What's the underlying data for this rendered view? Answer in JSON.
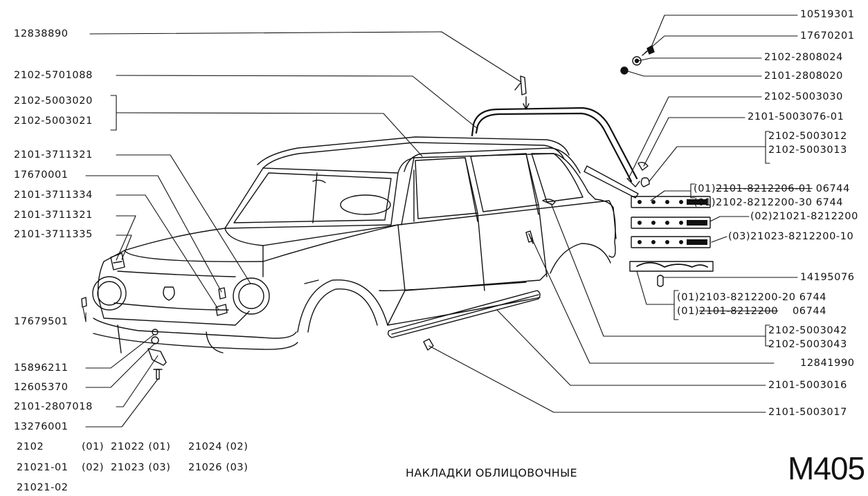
{
  "title": "НАКЛАДКИ ОБЛИЦОВОЧНЫЕ",
  "sheet_code": "М405",
  "left_labels": [
    "12838890",
    "2102-5701088",
    "2102-5003020",
    "2102-5003021",
    "2101-3711321",
    "17670001",
    "2101-3711334",
    "2101-3711321",
    "2101-3711335",
    "17679501",
    "15896211",
    "12605370",
    "2101-2807018",
    "13276001"
  ],
  "right_labels": [
    "10519301",
    "17670201",
    "2102-2808024",
    "2101-2808020",
    "2102-5003030",
    "2101-5003076-01",
    "2102-5003012",
    "2102-5003013",
    "(02)21021-8212200",
    "(03)21023-8212200-10",
    "14195076",
    "2102-5003042",
    "2102-5003043",
    "12841990",
    "2101-5003016",
    "2101-5003017"
  ],
  "emblem_labels": {
    "a1_prefix": "(01)",
    "a1_part": "2101-8212206-01",
    "a1_suffix": "06744",
    "a2_prefix": "(01)",
    "a2_part": "2102-8212200-30",
    "a2_suffix": "6744",
    "b1_prefix": "(01)",
    "b1_part": "2103-8212200-20",
    "b1_suffix": "6744",
    "b2_prefix": "(01)",
    "b2_part": "2101-8212200",
    "b2_suffix": "06744"
  },
  "model_legend": {
    "row1": [
      "2102",
      "(01)",
      "21022 (01)",
      "21024 (02)"
    ],
    "row2": [
      "21021-01",
      "(02)",
      "21023 (03)",
      "21026 (03)"
    ],
    "row3": [
      "21021-02"
    ]
  }
}
